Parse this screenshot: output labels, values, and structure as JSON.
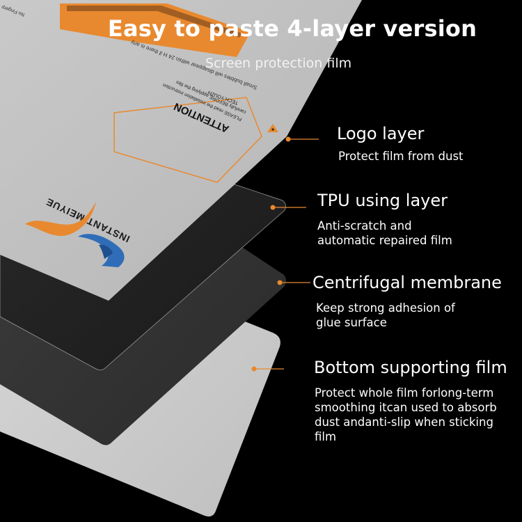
{
  "header": {
    "title": "Easy to paste 4-layer version",
    "subtitle": "Screen protection film"
  },
  "film_print": {
    "attention_title": "ATTENTION",
    "attention_line1": "PLEASE read the installation instruction",
    "attention_line2": "carefully BEFORE applying the film",
    "notice_text": "Small bubbles will disappear within 24 H if there is any",
    "brand": "INSTANT MEIYUE",
    "stamp_text": "TECH:YOUZhi",
    "corner_text": "No Fingerp"
  },
  "layers": [
    {
      "label": "Logo layer",
      "description": [
        "Protect film from dust"
      ]
    },
    {
      "label": "TPU using layer",
      "description": [
        "Anti-scratch and",
        "automatic repaired film"
      ]
    },
    {
      "label": "Centrifugal membrane",
      "description": [
        "Keep strong adhesion of",
        "glue surface"
      ]
    },
    {
      "label": "Bottom supporting film",
      "description": [
        "Protect whole film forlong-term",
        "smoothing itcan used to absorb",
        "dust andanti-slip when sticking",
        "film"
      ]
    }
  ],
  "colors": {
    "background": "#000000",
    "accent": "#e8892f",
    "text": "#ffffff"
  }
}
